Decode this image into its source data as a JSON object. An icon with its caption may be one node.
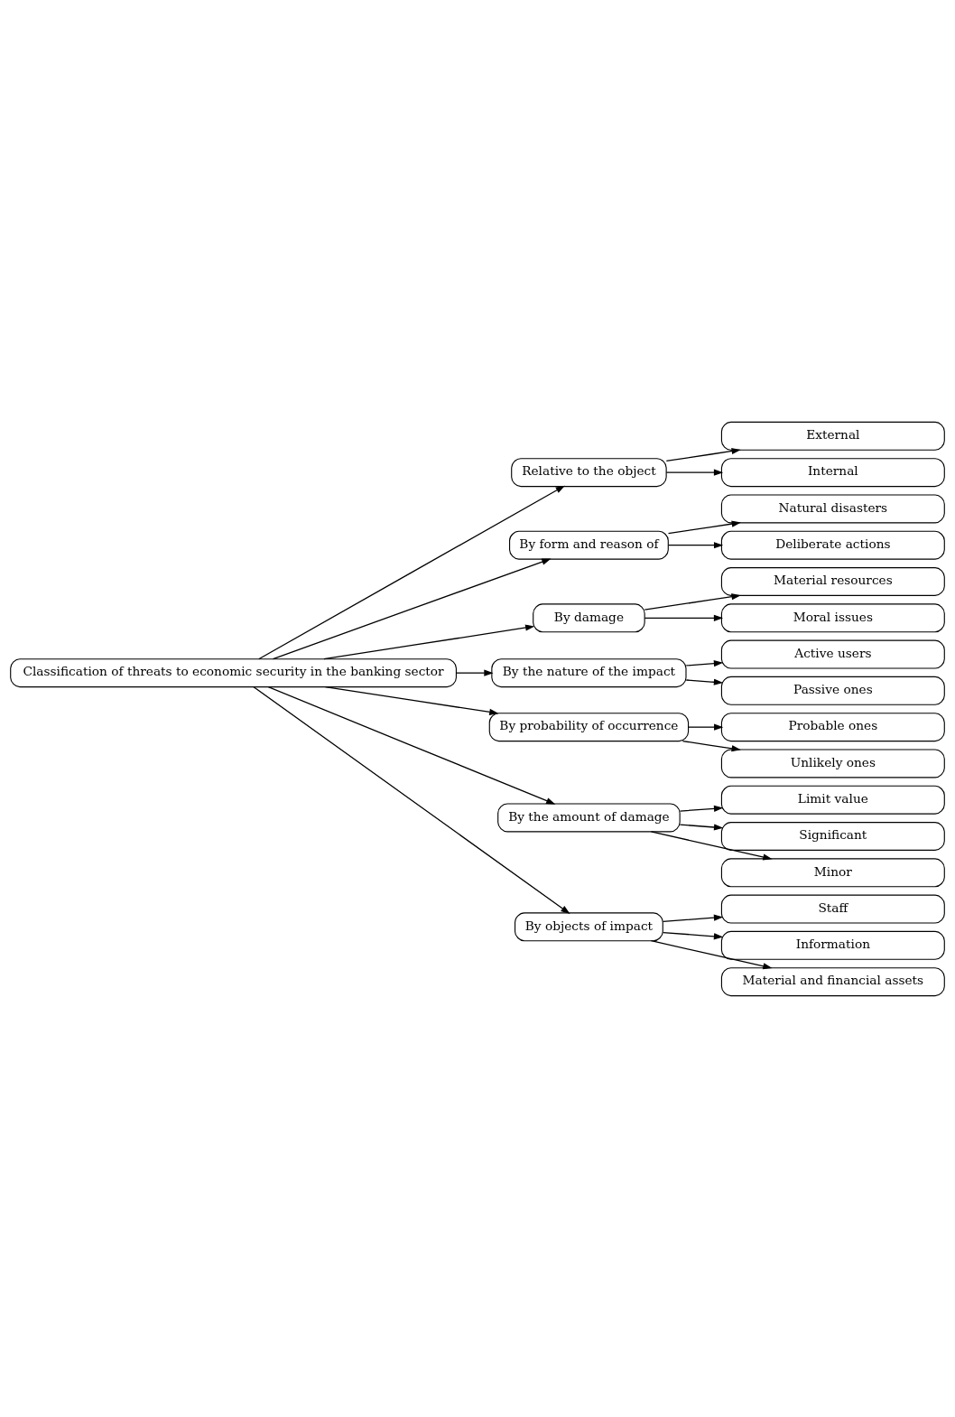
{
  "diagram": {
    "nodes": [
      {
        "text": [
          "Classification of threats to economic security in the banking sector"
        ]
      },
      {
        "text": [
          "Relative to the object"
        ]
      },
      {
        "text": [
          "External"
        ]
      },
      {
        "text": [
          "Internal"
        ]
      },
      {
        "text": [
          "By form and reason of"
        ]
      },
      {
        "text": [
          "Natural disasters"
        ]
      },
      {
        "text": [
          "Deliberate actions"
        ]
      },
      {
        "text": [
          "By damage"
        ]
      },
      {
        "text": [
          "Material resources"
        ]
      },
      {
        "text": [
          "Moral issues"
        ]
      },
      {
        "text": [
          "By the nature of the impact"
        ]
      },
      {
        "text": [
          "Active users"
        ]
      },
      {
        "text": [
          "Passive ones"
        ]
      },
      {
        "text": [
          "By probability of occurrence"
        ]
      },
      {
        "text": [
          "Probable ones"
        ]
      },
      {
        "text": [
          "Unlikely ones"
        ]
      },
      {
        "text": [
          "By the amount of damage"
        ]
      },
      {
        "text": [
          "Limit value"
        ]
      },
      {
        "text": [
          "Significant"
        ]
      },
      {
        "text": [
          "Minor"
        ]
      },
      {
        "text": [
          "By objects of impact"
        ]
      },
      {
        "text": [
          "Staff"
        ]
      },
      {
        "text": [
          "Information"
        ]
      },
      {
        "text": [
          "Material and financial assets"
        ]
      }
    ],
    "edges": [
      {
        "from": 0,
        "to": 1,
        "arrow": "to"
      },
      {
        "from": 0,
        "to": 4,
        "arrow": "to"
      },
      {
        "from": 0,
        "to": 7,
        "arrow": "to"
      },
      {
        "from": 0,
        "to": 10,
        "arrow": "to"
      },
      {
        "from": 0,
        "to": 13,
        "arrow": "to"
      },
      {
        "from": 0,
        "to": 16,
        "arrow": "to"
      },
      {
        "from": 0,
        "to": 20,
        "arrow": "to"
      },
      {
        "from": 1,
        "to": 2,
        "arrow": "to"
      },
      {
        "from": 1,
        "to": 3,
        "arrow": "to"
      },
      {
        "from": 4,
        "to": 5,
        "arrow": "to"
      },
      {
        "from": 4,
        "to": 6,
        "arrow": "to"
      },
      {
        "from": 7,
        "to": 8,
        "arrow": "to"
      },
      {
        "from": 7,
        "to": 9,
        "arrow": "to"
      },
      {
        "from": 10,
        "to": 11,
        "arrow": "to"
      },
      {
        "from": 10,
        "to": 12,
        "arrow": "to"
      },
      {
        "from": 13,
        "to": 14,
        "arrow": "to"
      },
      {
        "from": 13,
        "to": 15,
        "arrow": "to"
      },
      {
        "from": 16,
        "to": 17,
        "arrow": "to"
      },
      {
        "from": 16,
        "to": 18,
        "arrow": "to"
      },
      {
        "from": 16,
        "to": 19,
        "arrow": "to"
      },
      {
        "from": 20,
        "to": 21,
        "arrow": "to"
      },
      {
        "from": 20,
        "to": 22,
        "arrow": "to"
      },
      {
        "from": 20,
        "to": 23,
        "arrow": "to"
      }
    ]
  }
}
